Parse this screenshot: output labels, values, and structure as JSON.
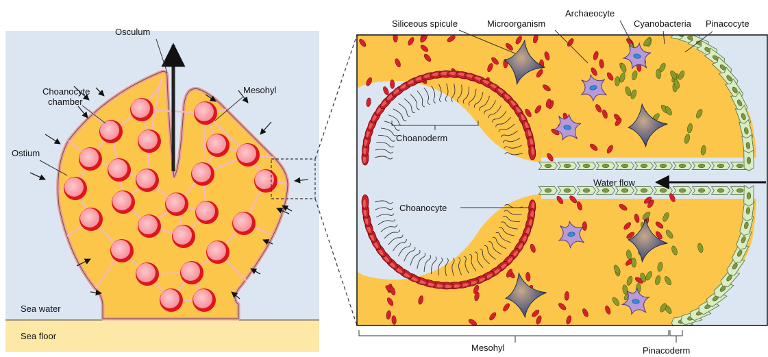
{
  "labels": {
    "osculum": "Osculum",
    "choanocyte_chamber_line1": "Choanocyte",
    "choanocyte_chamber_line2": "chamber",
    "mesohyl_left": "Mesohyl",
    "ostium": "Ostium",
    "sea_water": "Sea water",
    "sea_floor": "Sea floor",
    "siliceous_spicule": "Siliceous spicule",
    "microorganism": "Microorganism",
    "archaeocyte": "Archaeocyte",
    "cyanobacteria": "Cyanobacteria",
    "pinacocyte": "Pinacocyte",
    "choanoderm": "Choanoderm",
    "water_flow": "Water flow",
    "choanocyte": "Choanocyte",
    "mesohyl_bottom": "Mesohyl",
    "pinacoderm": "Pinacoderm"
  },
  "colors": {
    "sea_water": "#dce6f2",
    "sea_floor": "#fde8a8",
    "mesohyl": "#fcc64a",
    "pinacoderm_edge": "#e8a0a0",
    "chamber_fill": "#f9a0a8",
    "chamber_rim": "#e0141e",
    "choanocyte_cell": "#c8202a",
    "microorganism": "#d8202a",
    "cyanobacteria": "#8a9a2a",
    "pinacocyte": "#d9ecc4",
    "archaeocyte": "#b79ad8",
    "spicule": "#3c4c70",
    "arrow": "#111111"
  }
}
